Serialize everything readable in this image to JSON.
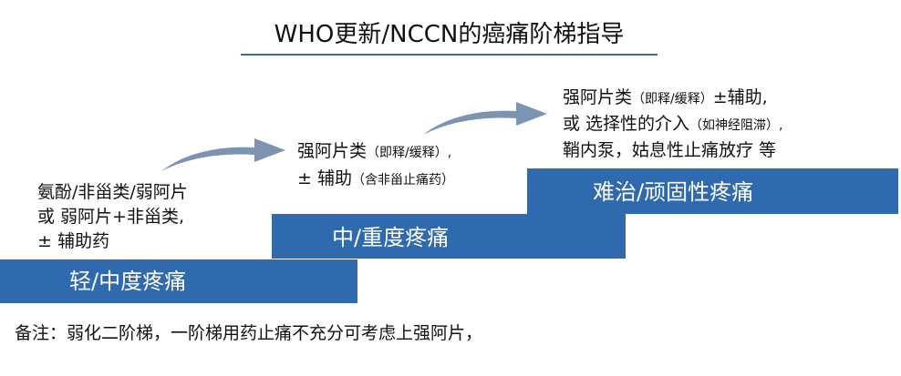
{
  "title": "WHO更新/NCCN的癌痛阶梯指导",
  "colors": {
    "step_fill": "#2e6aad",
    "step_text": "#ffffff",
    "arrow_fill": "#7d93b2",
    "title_underline": "#3e6f96",
    "body_text": "#111111"
  },
  "steps": [
    {
      "label": "轻/中度疼痛",
      "description": {
        "lines": [
          {
            "main": "氨酚/非甾类/弱阿片",
            "small": ""
          },
          {
            "main": "或 弱阿片+非甾类,",
            "small": ""
          },
          {
            "main": "± 辅助药",
            "small": ""
          }
        ]
      }
    },
    {
      "label": "中/重度疼痛",
      "description": {
        "lines": [
          {
            "main": "强阿片类",
            "small": "（即释/缓释）,",
            "tail": ""
          },
          {
            "main": "± 辅助",
            "small": "（含非甾止痛药）",
            "tail": ""
          }
        ]
      }
    },
    {
      "label": "难治/顽固性疼痛",
      "description": {
        "lines": [
          {
            "main": "强阿片类",
            "small": "（即释/缓释）",
            "tail": "±辅助,"
          },
          {
            "main": "或 选择性的介入",
            "small": "（如神经阻滞）,",
            "tail": ""
          },
          {
            "main": "鞘内泵，姑息性止痛放疗 等",
            "small": "",
            "tail": ""
          }
        ]
      }
    }
  ],
  "arrows": [
    {
      "icon": "curved-arrow-right",
      "from": "step-1",
      "to": "step-2"
    },
    {
      "icon": "curved-arrow-right",
      "from": "step-2",
      "to": "step-3"
    }
  ],
  "note": "备注：弱化二阶梯，一阶梯用药止痛不充分可考虑上强阿片，"
}
